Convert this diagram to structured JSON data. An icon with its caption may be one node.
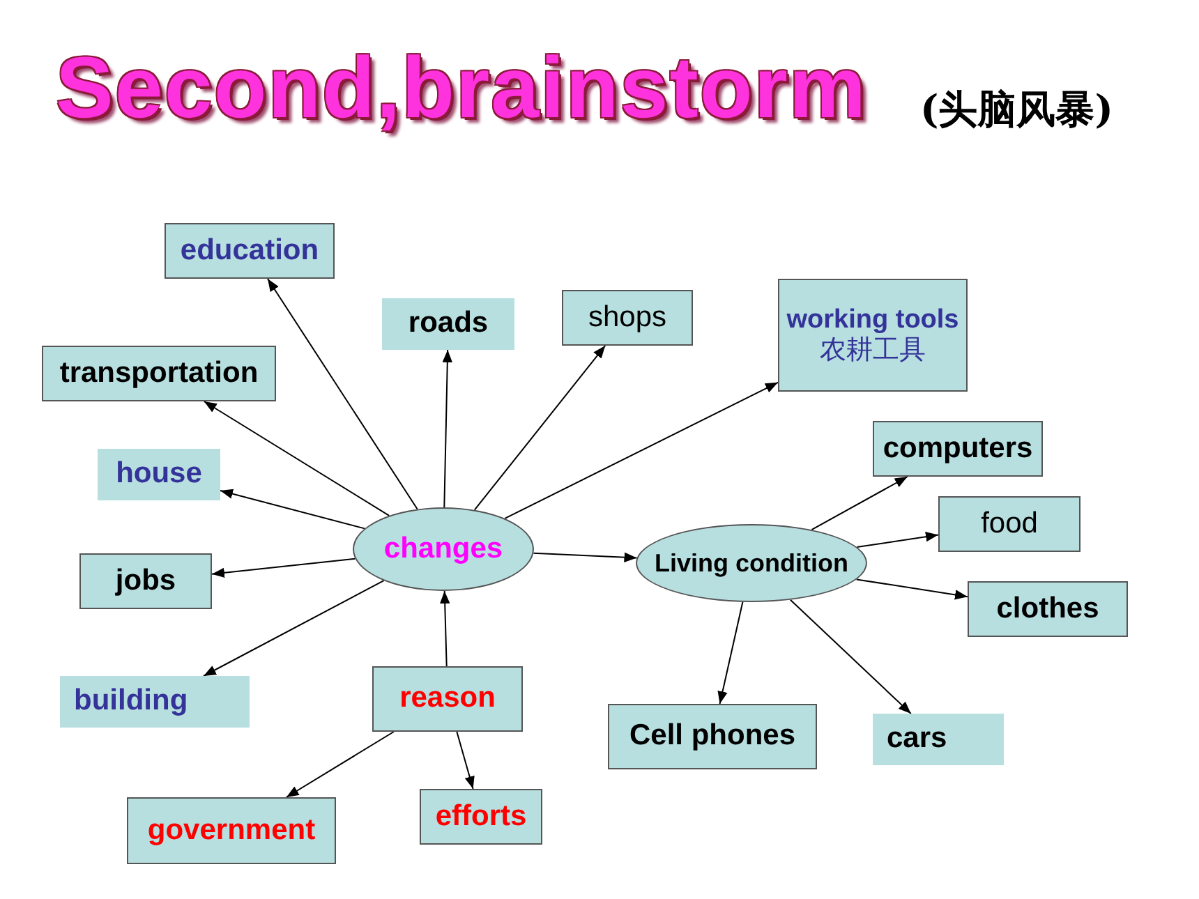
{
  "diagram": {
    "title": "Second,brainstorm",
    "nodes": [
      {
        "text": [
          "changes"
        ]
      },
      {
        "text": [
          "education"
        ]
      },
      {
        "text": [
          "roads"
        ]
      },
      {
        "text": [
          "shops"
        ]
      },
      {
        "text": [
          "working tools",
          "农耕工具"
        ]
      },
      {
        "text": [
          "transportation"
        ]
      },
      {
        "text": [
          "house"
        ]
      },
      {
        "text": [
          "jobs"
        ]
      },
      {
        "text": [
          "building"
        ]
      },
      {
        "text": [
          "reason"
        ]
      },
      {
        "text": [
          "government"
        ]
      },
      {
        "text": [
          "efforts"
        ]
      },
      {
        "text": [
          "Living condition"
        ]
      },
      {
        "text": [
          "computers"
        ]
      },
      {
        "text": [
          "food"
        ]
      },
      {
        "text": [
          "clothes"
        ]
      },
      {
        "text": [
          "Cell phones"
        ]
      },
      {
        "text": [
          "cars"
        ]
      }
    ],
    "edges": [
      {
        "from": 0,
        "to": 1,
        "arrow": "to"
      },
      {
        "from": 0,
        "to": 2,
        "arrow": "to"
      },
      {
        "from": 0,
        "to": 3,
        "arrow": "to"
      },
      {
        "from": 0,
        "to": 4,
        "arrow": "to"
      },
      {
        "from": 0,
        "to": 5,
        "arrow": "to"
      },
      {
        "from": 0,
        "to": 6,
        "arrow": "to"
      },
      {
        "from": 0,
        "to": 7,
        "arrow": "to"
      },
      {
        "from": 0,
        "to": 8,
        "arrow": "to"
      },
      {
        "from": 0,
        "to": 12,
        "arrow": "to"
      },
      {
        "from": 9,
        "to": 0,
        "arrow": "to"
      },
      {
        "from": 9,
        "to": 10,
        "arrow": "to"
      },
      {
        "from": 9,
        "to": 11,
        "arrow": "to"
      },
      {
        "from": 12,
        "to": 13,
        "arrow": "to"
      },
      {
        "from": 12,
        "to": 14,
        "arrow": "to"
      },
      {
        "from": 12,
        "to": 15,
        "arrow": "to"
      },
      {
        "from": 12,
        "to": 16,
        "arrow": "to"
      },
      {
        "from": 12,
        "to": 17,
        "arrow": "to"
      }
    ],
    "labels": [
      "(头脑风暴)"
    ]
  }
}
